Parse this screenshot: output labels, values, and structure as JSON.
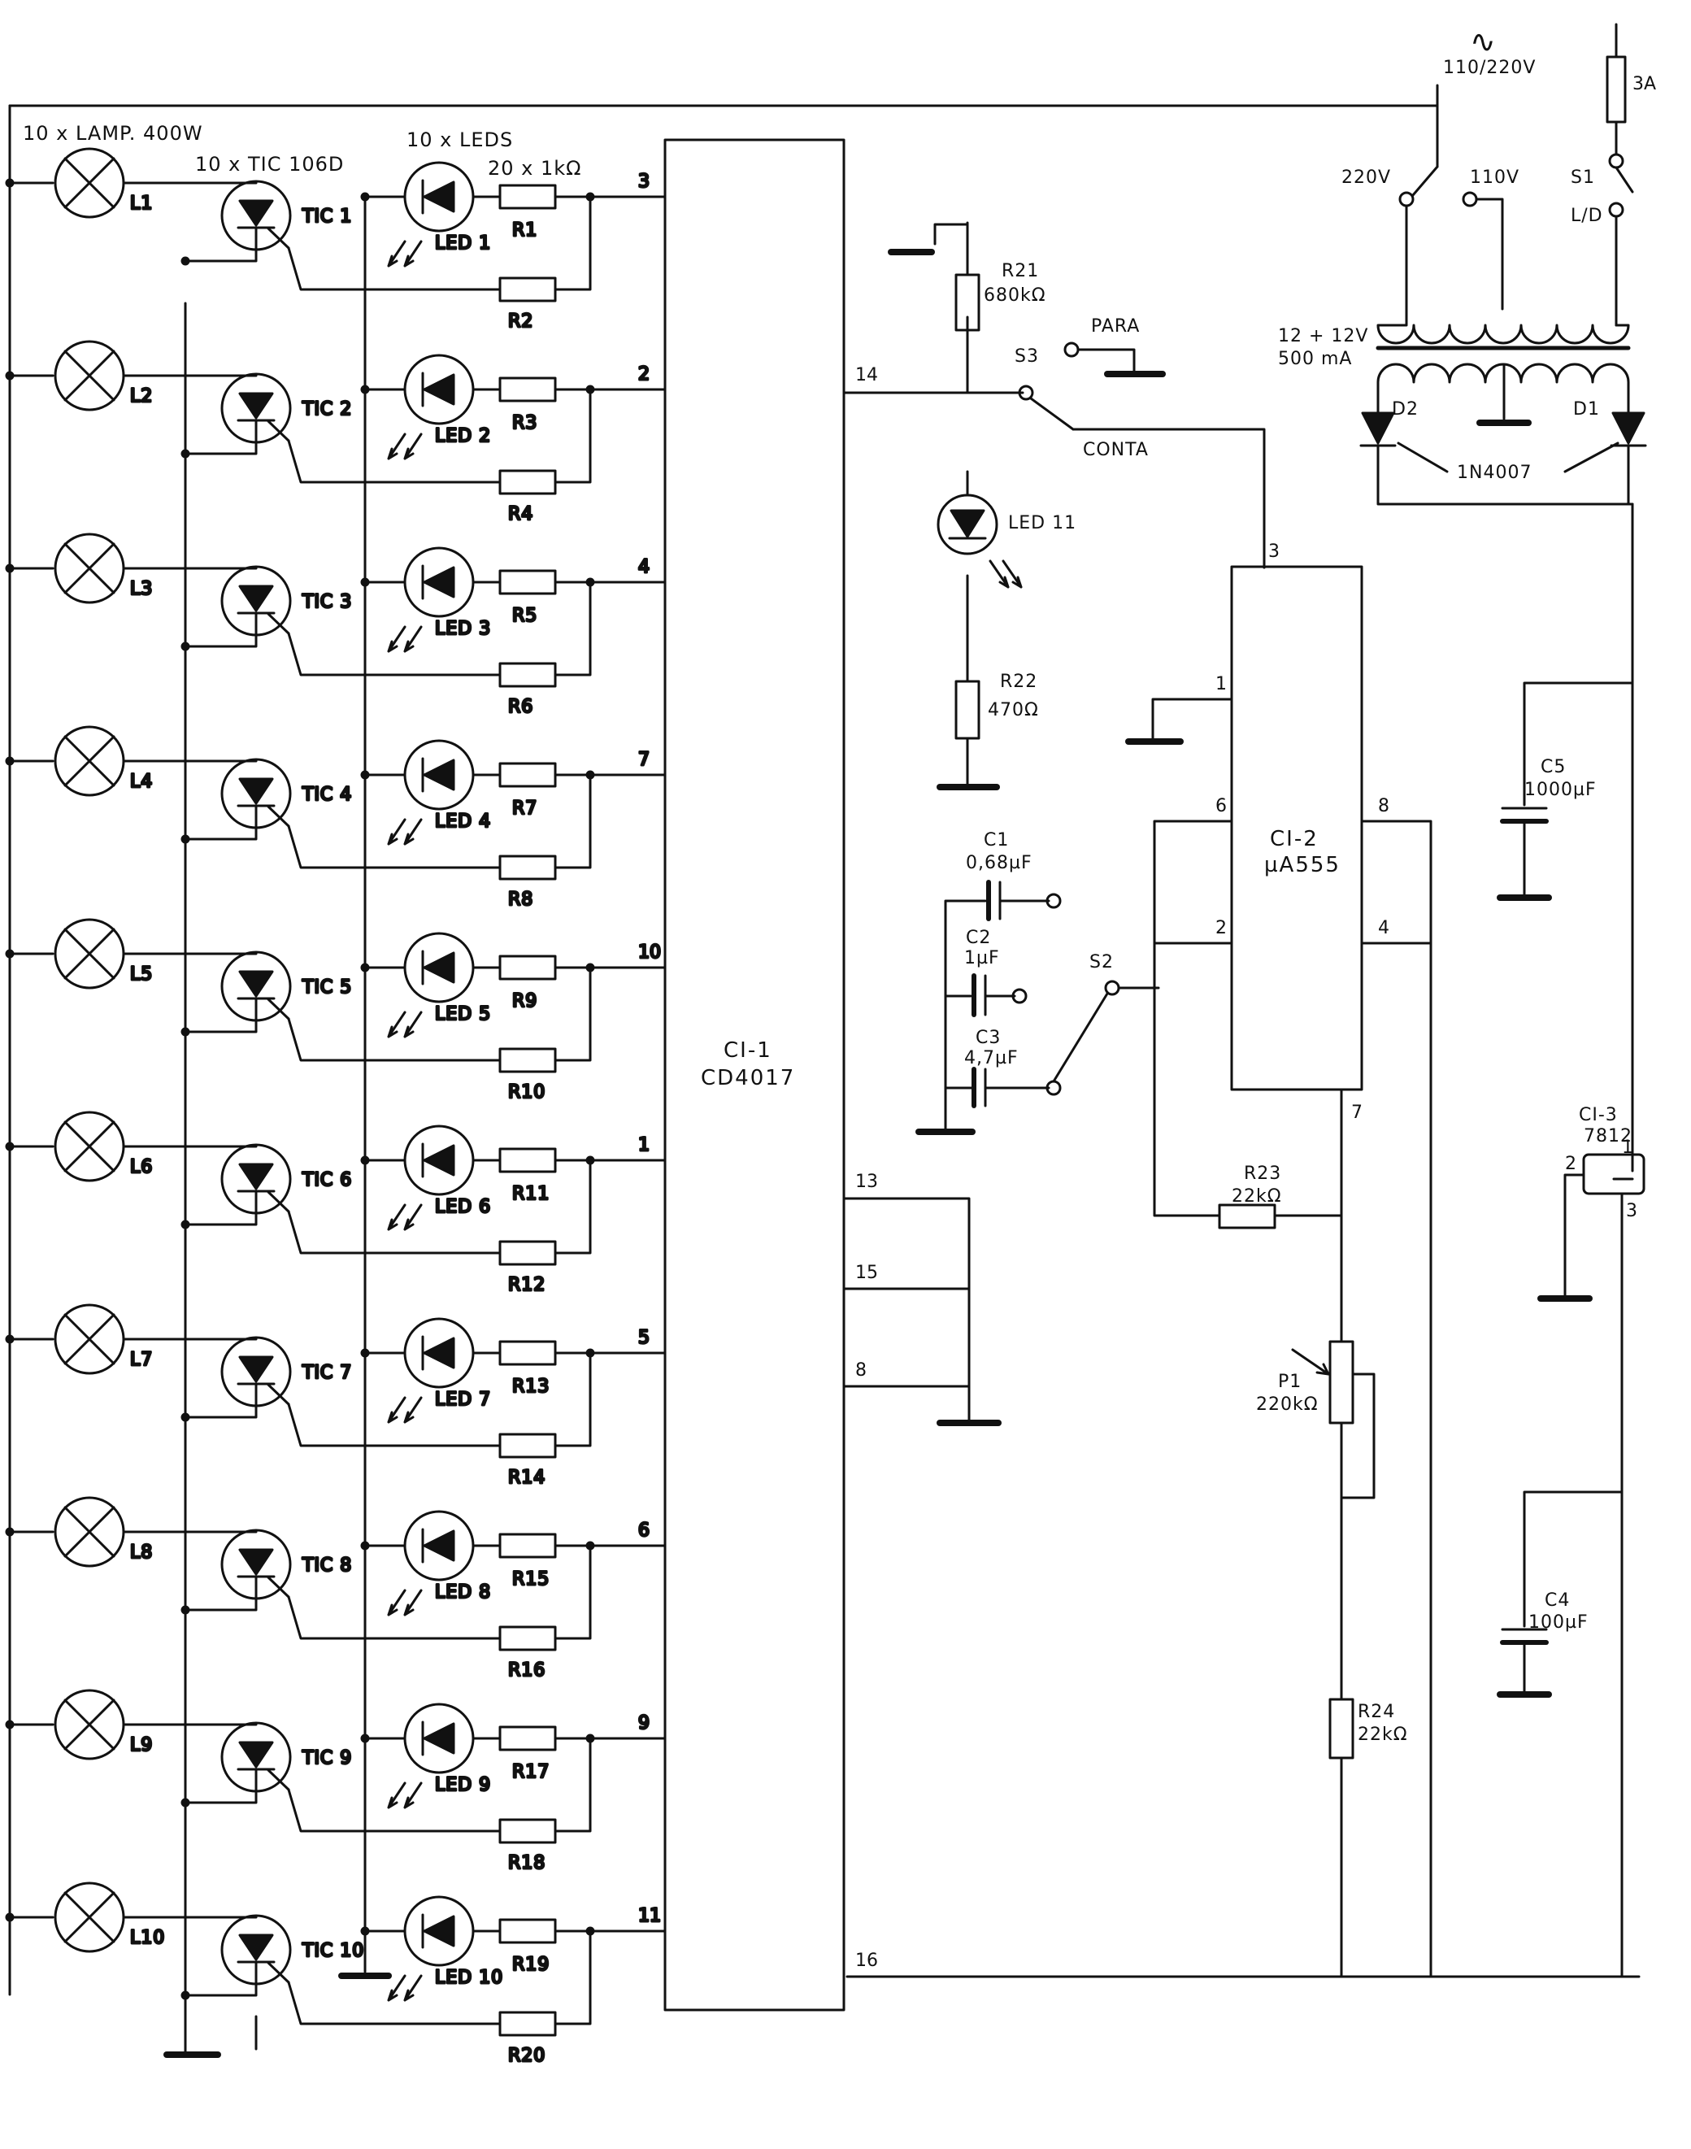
{
  "header": {
    "lamps": "10 x LAMP. 400W",
    "thyristors": "10 x TIC 106D",
    "leds": "10 x LEDS",
    "resistors": "20 x 1kΩ"
  },
  "lamps": [
    "L1",
    "L2",
    "L3",
    "L4",
    "L5",
    "L6",
    "L7",
    "L8",
    "L9",
    "L10"
  ],
  "tics": [
    "TIC 1",
    "TIC 2",
    "TIC 3",
    "TIC 4",
    "TIC 5",
    "TIC 6",
    "TIC 7",
    "TIC 8",
    "TIC 9",
    "TIC 10"
  ],
  "leds": [
    "LED 1",
    "LED 2",
    "LED 3",
    "LED 4",
    "LED 5",
    "LED 6",
    "LED 7",
    "LED 8",
    "LED 9",
    "LED 10"
  ],
  "r_led": [
    "R1",
    "R3",
    "R5",
    "R7",
    "R9",
    "R11",
    "R13",
    "R15",
    "R17",
    "R19"
  ],
  "r_gate": [
    "R2",
    "R4",
    "R6",
    "R8",
    "R10",
    "R12",
    "R14",
    "R16",
    "R18",
    "R20"
  ],
  "ci1": {
    "name": "CI-1",
    "part": "CD4017",
    "out_pins": [
      "3",
      "2",
      "4",
      "7",
      "10",
      "1",
      "5",
      "6",
      "9",
      "11"
    ],
    "pin14": "14",
    "pin13": "13",
    "pin15": "15",
    "pin8": "8",
    "pin16": "16"
  },
  "r21": {
    "name": "R21",
    "value": "680kΩ"
  },
  "r22": {
    "name": "R22",
    "value": "470Ω"
  },
  "led11": "LED 11",
  "s3": {
    "name": "S3",
    "para": "PARA",
    "conta": "CONTA"
  },
  "c1": {
    "name": "C1",
    "value": "0,68µF"
  },
  "c2": {
    "name": "C2",
    "value": "1µF"
  },
  "c3": {
    "name": "C3",
    "value": "4,7µF"
  },
  "s2": "S2",
  "ci2": {
    "name": "CI-2",
    "part": "µA555",
    "pins": {
      "p1": "1",
      "p2": "2",
      "p3": "3",
      "p4": "4",
      "p6": "6",
      "p7": "7",
      "p8": "8"
    }
  },
  "r23": {
    "name": "R23",
    "value": "22kΩ"
  },
  "p1": {
    "name": "P1",
    "value": "220kΩ"
  },
  "r24": {
    "name": "R24",
    "value": "22kΩ"
  },
  "mains": {
    "symbol": "∿",
    "voltage": "110/220V",
    "fuse": "3A"
  },
  "switches": {
    "v220": "220V",
    "v110": "110V",
    "s1": "S1",
    "ld": "L/D"
  },
  "transformer": {
    "secondary": "12 + 12V",
    "current": "500 mA"
  },
  "diodes": {
    "d1": "D1",
    "d2": "D2",
    "part": "1N4007"
  },
  "c5": {
    "name": "C5",
    "value": "1000µF"
  },
  "ci3": {
    "name": "CI-3",
    "part": "7812",
    "pin1": "1",
    "pin2": "2",
    "pin3": "3"
  },
  "c4": {
    "name": "C4",
    "value": "100µF"
  }
}
